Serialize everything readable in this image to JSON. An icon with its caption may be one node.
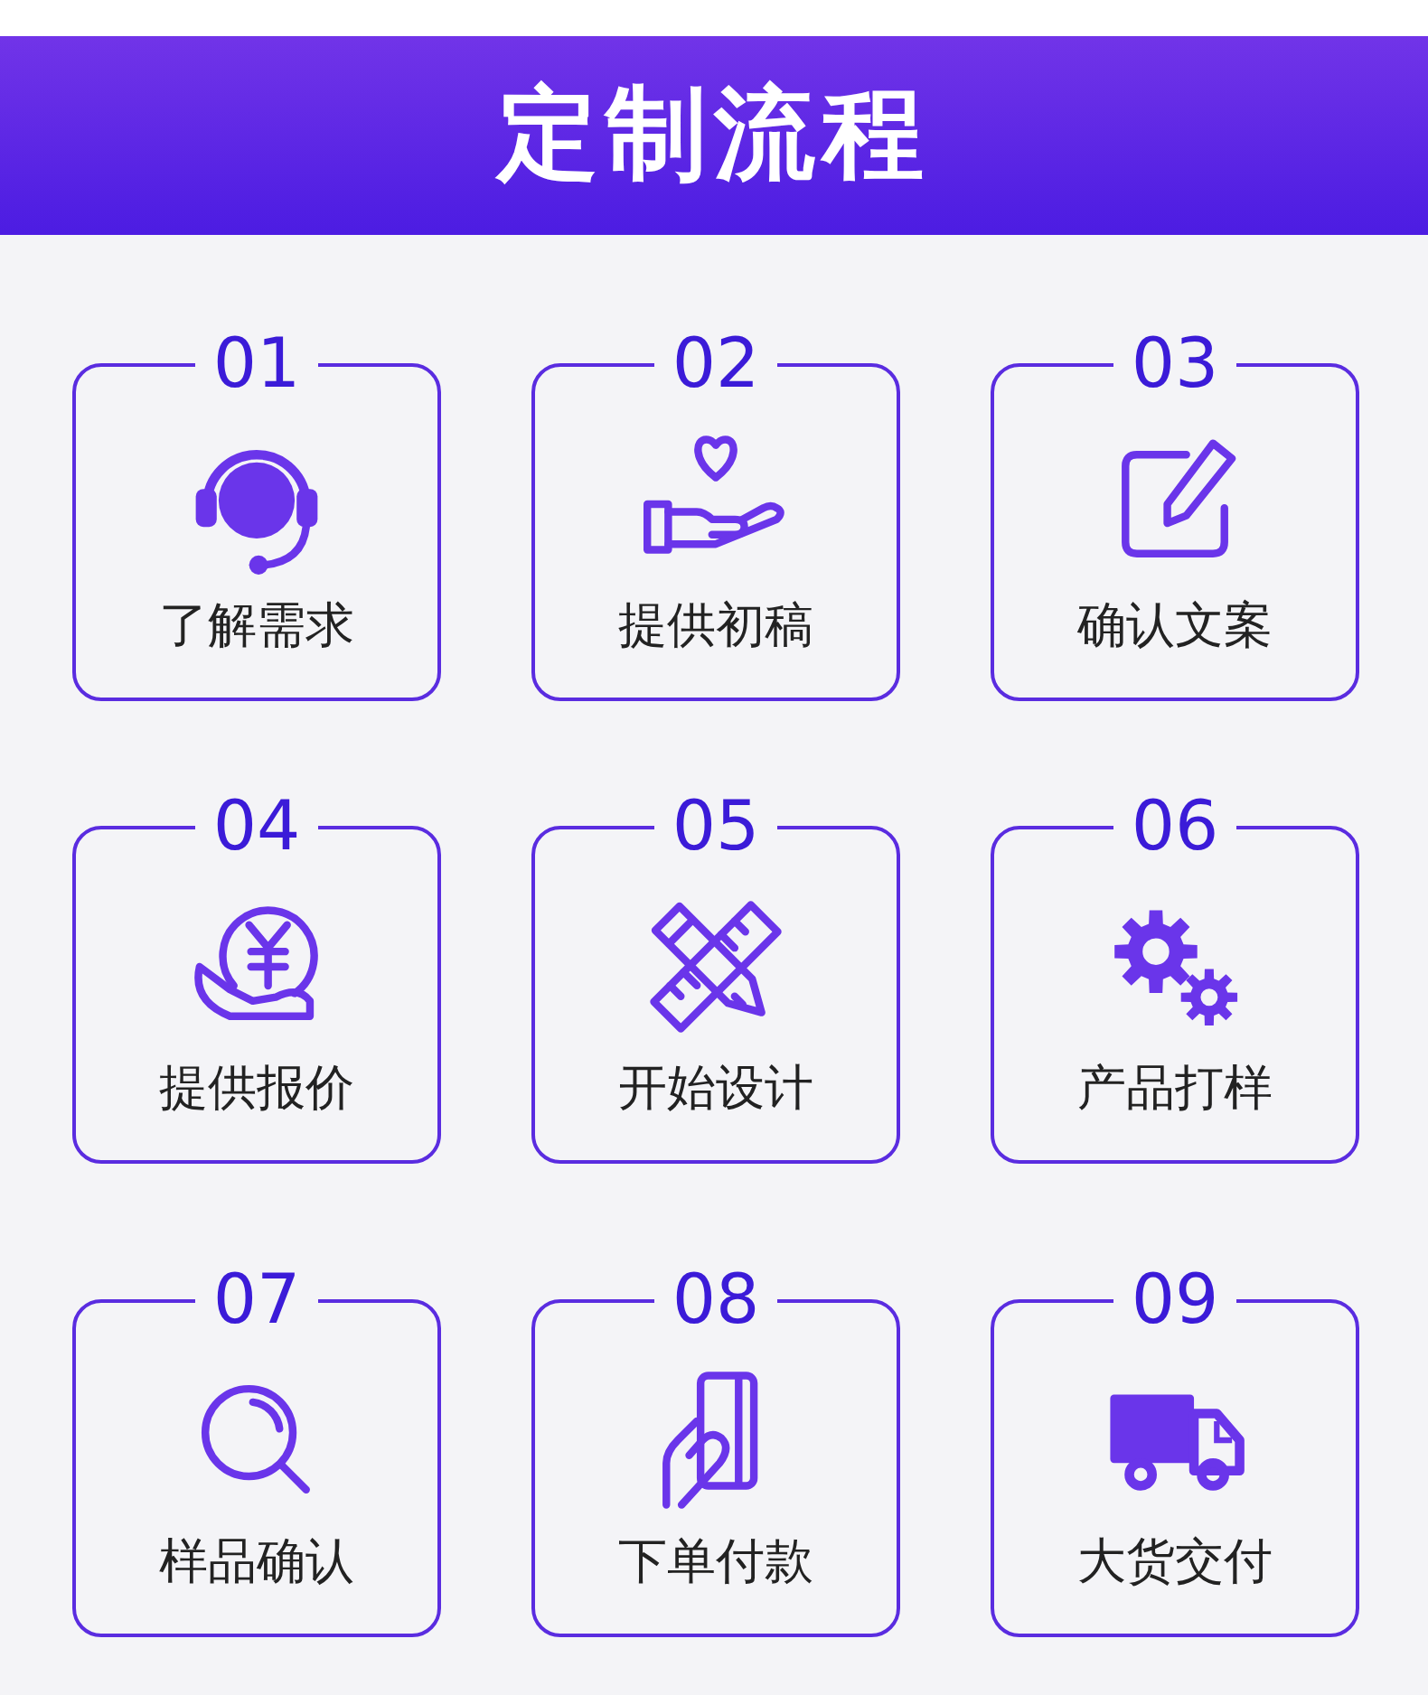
{
  "diagram": {
    "title": "定制流程",
    "nodes": [
      {
        "text": [
          "01",
          "了解需求"
        ]
      },
      {
        "text": [
          "02",
          "提供初稿"
        ]
      },
      {
        "text": [
          "03",
          "确认文案"
        ]
      },
      {
        "text": [
          "04",
          "提供报价"
        ]
      },
      {
        "text": [
          "05",
          "开始设计"
        ]
      },
      {
        "text": [
          "06",
          "产品打样"
        ]
      },
      {
        "text": [
          "07",
          "样品确认"
        ]
      },
      {
        "text": [
          "08",
          "下单付款"
        ]
      },
      {
        "text": [
          "09",
          "大货交付"
        ]
      }
    ]
  }
}
